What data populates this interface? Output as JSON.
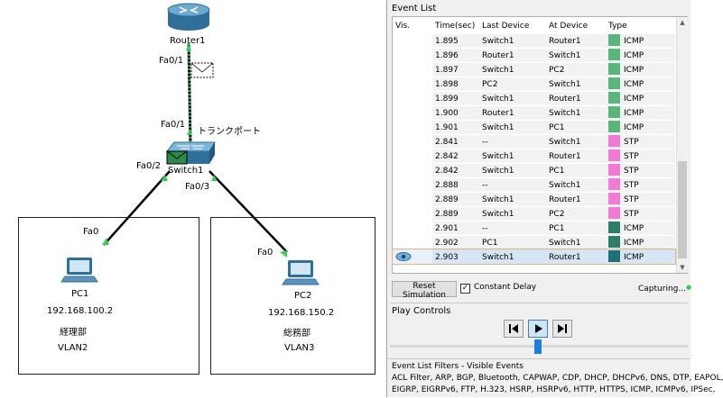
{
  "topology": {
    "router": {
      "name": "Router1",
      "port": "Fa0/1"
    },
    "switch": {
      "name": "Switch1",
      "uplink_port": "Fa0/1",
      "trunk_label": "トランクポート",
      "port_pc1": "Fa0/2",
      "port_pc2": "Fa0/3"
    },
    "pc1": {
      "port": "Fa0",
      "name": "PC1",
      "ip": "192.168.100.2",
      "dept": "経理部",
      "vlan": "VLAN2"
    },
    "pc2": {
      "port": "Fa0",
      "name": "PC2",
      "ip": "192.168.150.2",
      "dept": "総務部",
      "vlan": "VLAN3"
    }
  },
  "event_list": {
    "title": "Event List",
    "columns": [
      "Vis.",
      "Time(sec)",
      "Last Device",
      "At Device",
      "Type"
    ],
    "rows": [
      {
        "time": "1.895",
        "last": "Switch1",
        "at": "Router1",
        "type": "ICMP",
        "color": "#5ab57a"
      },
      {
        "time": "1.896",
        "last": "Router1",
        "at": "Switch1",
        "type": "ICMP",
        "color": "#5ab57a"
      },
      {
        "time": "1.897",
        "last": "Switch1",
        "at": "PC2",
        "type": "ICMP",
        "color": "#5ab57a"
      },
      {
        "time": "1.898",
        "last": "PC2",
        "at": "Switch1",
        "type": "ICMP",
        "color": "#5ab57a"
      },
      {
        "time": "1.899",
        "last": "Switch1",
        "at": "Router1",
        "type": "ICMP",
        "color": "#5ab57a"
      },
      {
        "time": "1.900",
        "last": "Router1",
        "at": "Switch1",
        "type": "ICMP",
        "color": "#5ab57a"
      },
      {
        "time": "1.901",
        "last": "Switch1",
        "at": "PC1",
        "type": "ICMP",
        "color": "#5ab57a"
      },
      {
        "time": "2.841",
        "last": "--",
        "at": "Switch1",
        "type": "STP",
        "color": "#f07ad6"
      },
      {
        "time": "2.842",
        "last": "Switch1",
        "at": "Router1",
        "type": "STP",
        "color": "#f07ad6"
      },
      {
        "time": "2.842",
        "last": "Switch1",
        "at": "PC1",
        "type": "STP",
        "color": "#f07ad6"
      },
      {
        "time": "2.888",
        "last": "--",
        "at": "Switch1",
        "type": "STP",
        "color": "#f07ad6"
      },
      {
        "time": "2.889",
        "last": "Switch1",
        "at": "Router1",
        "type": "STP",
        "color": "#f07ad6"
      },
      {
        "time": "2.889",
        "last": "Switch1",
        "at": "PC2",
        "type": "STP",
        "color": "#f07ad6"
      },
      {
        "time": "2.901",
        "last": "--",
        "at": "PC1",
        "type": "ICMP",
        "color": "#2e7d6b"
      },
      {
        "time": "2.902",
        "last": "PC1",
        "at": "Switch1",
        "type": "ICMP",
        "color": "#2e7d6b"
      },
      {
        "time": "2.903",
        "last": "Switch1",
        "at": "Router1",
        "type": "ICMP",
        "color": "#1f6f78",
        "selected": true
      }
    ],
    "reset_label": "Reset Simulation",
    "constant_delay_label": "Constant Delay",
    "constant_delay_checked": true,
    "status": "Capturing..."
  },
  "play_controls": {
    "title": "Play Controls",
    "icons": [
      "back-icon",
      "play-icon",
      "forward-icon"
    ]
  },
  "filters": {
    "title": "Event List Filters - Visible Events",
    "line1": "ACL Filter, ARP, BGP, Bluetooth, CAPWAP, CDP, DHCP, DHCPv6, DNS, DTP, EAPOL,",
    "line2": "EIGRP, EIGRPv6, FTP, H.323, HSRP, HSRPv6, HTTP, HTTPS, ICMP, ICMPv6, IPSec,"
  }
}
